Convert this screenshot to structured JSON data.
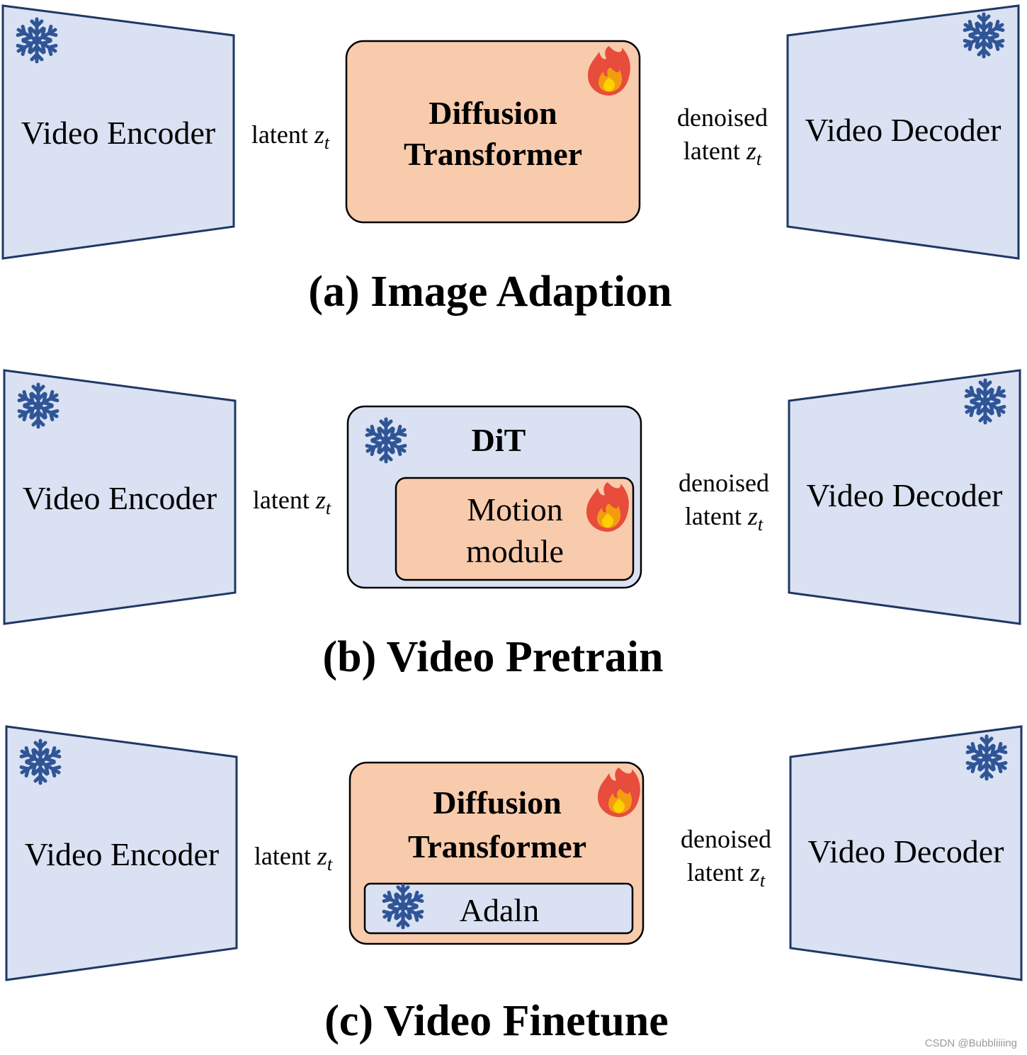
{
  "panels": [
    {
      "caption": "(a) Image Adaption",
      "encoder": {
        "label": "Video Encoder",
        "icon": "snowflake-icon"
      },
      "latent": {
        "text": "latent ",
        "var": "z",
        "sub": "t"
      },
      "center": {
        "line1": "Diffusion",
        "line2": "Transformer",
        "icon": "fire-icon",
        "color": "#f8cbad"
      },
      "denoised": {
        "line1": "denoised",
        "text": "latent ",
        "var": "z",
        "sub": "t"
      },
      "decoder": {
        "label": "Video Decoder",
        "icon": "snowflake-icon"
      }
    },
    {
      "caption": "(b) Video Pretrain",
      "encoder": {
        "label": "Video Encoder",
        "icon": "snowflake-icon"
      },
      "latent": {
        "text": "latent ",
        "var": "z",
        "sub": "t"
      },
      "center": {
        "title": "DiT",
        "icon": "snowflake-icon",
        "color": "#d9e1f2",
        "inner": {
          "line1": "Motion",
          "line2": "module",
          "icon": "fire-icon",
          "color": "#f8cbad"
        }
      },
      "denoised": {
        "line1": "denoised",
        "text": "latent ",
        "var": "z",
        "sub": "t"
      },
      "decoder": {
        "label": "Video Decoder",
        "icon": "snowflake-icon"
      }
    },
    {
      "caption": "(c) Video Finetune",
      "encoder": {
        "label": "Video Encoder",
        "icon": "snowflake-icon"
      },
      "latent": {
        "text": "latent ",
        "var": "z",
        "sub": "t"
      },
      "center": {
        "line1": "Diffusion",
        "line2": "Transformer",
        "icon": "fire-icon",
        "color": "#f8cbad",
        "inner": {
          "label": "Adaln",
          "icon": "snowflake-icon",
          "color": "#d9e1f2"
        }
      },
      "denoised": {
        "line1": "denoised",
        "text": "latent ",
        "var": "z",
        "sub": "t"
      },
      "decoder": {
        "label": "Video Decoder",
        "icon": "snowflake-icon"
      }
    }
  ],
  "watermark": "CSDN @Bubbliiiing",
  "colors": {
    "frozen_blue": "#d9e1f2",
    "trainable_orange": "#f8cbad",
    "snowflake": "#2f5597",
    "outline": "#1f3864"
  }
}
